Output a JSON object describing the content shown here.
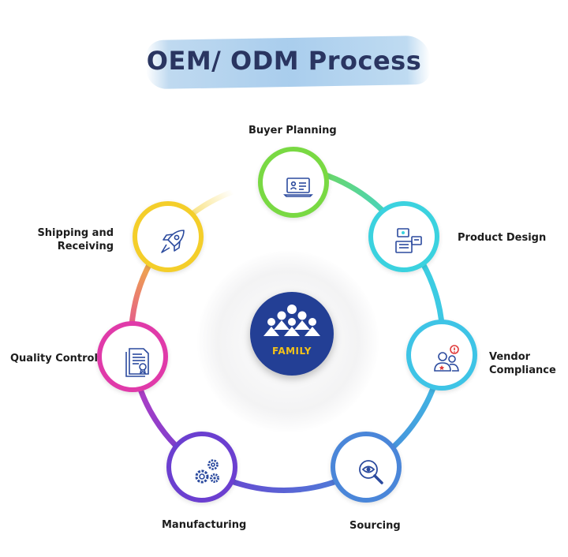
{
  "title": "OEM/ ODM Process",
  "center_logo": {
    "text": "FAMILY",
    "color": "#233f95",
    "text_color": "#f4c21a"
  },
  "steps": [
    {
      "label": "Buyer Planning",
      "icon": "laptop-id-icon",
      "color": "#79d943"
    },
    {
      "label": "Product Design",
      "icon": "design-cards-icon",
      "color": "#3bd2df"
    },
    {
      "label_line1": "Vendor",
      "label_line2": "Compliance",
      "icon": "vendor-alert-icon",
      "color": "#3ec4e6"
    },
    {
      "label": "Sourcing",
      "icon": "search-eye-icon",
      "color": "#4a86d9"
    },
    {
      "label": "Manufacturing",
      "icon": "gears-icon",
      "color": "#6b3fd0"
    },
    {
      "label": "Quality Control",
      "icon": "certificate-document-icon",
      "color": "#e03aa9"
    },
    {
      "label_line1": "Shipping and",
      "label_line2": "Receiving",
      "icon": "rocket-icon",
      "color": "#f4ce2a"
    }
  ]
}
